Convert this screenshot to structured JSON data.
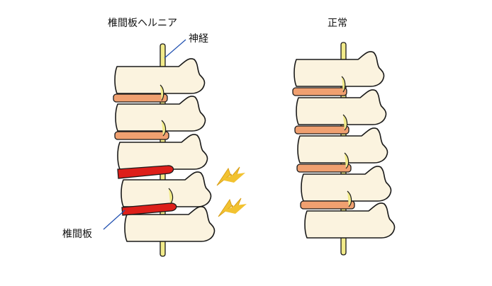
{
  "labels": {
    "hernia_title": "椎間板ヘルニア",
    "normal_title": "正常",
    "nerve": "神経",
    "disc": "椎間板"
  },
  "colors": {
    "bone": "#fbf3df",
    "outline": "#1a1a1a",
    "disc_normal": "#f0a070",
    "disc_hernia": "#dd1f1a",
    "nerve": "#f2eb8a",
    "pain": "#f2c230",
    "leader_line": "#1f4fb0"
  },
  "icons": [
    "pain-lightning-icon",
    "pain-lightning-icon"
  ]
}
